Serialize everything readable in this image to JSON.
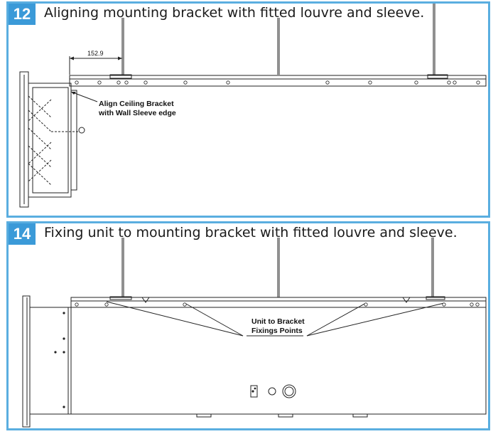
{
  "steps": [
    {
      "number": "12",
      "title": "Aligning mounting bracket with fitted louvre and sleeve.",
      "dimension": "152.9",
      "callout_line1": "Align Ceiling Bracket",
      "callout_line2": "with Wall Sleeve edge"
    },
    {
      "number": "14",
      "title": "Fixing unit to mounting bracket with fitted louvre and sleeve.",
      "callout_line1": "Unit to Bracket",
      "callout_line2": "Fixings Points"
    }
  ],
  "colors": {
    "frame": "#5aaee0",
    "badge": "#3b9ad8",
    "line": "#222222"
  }
}
